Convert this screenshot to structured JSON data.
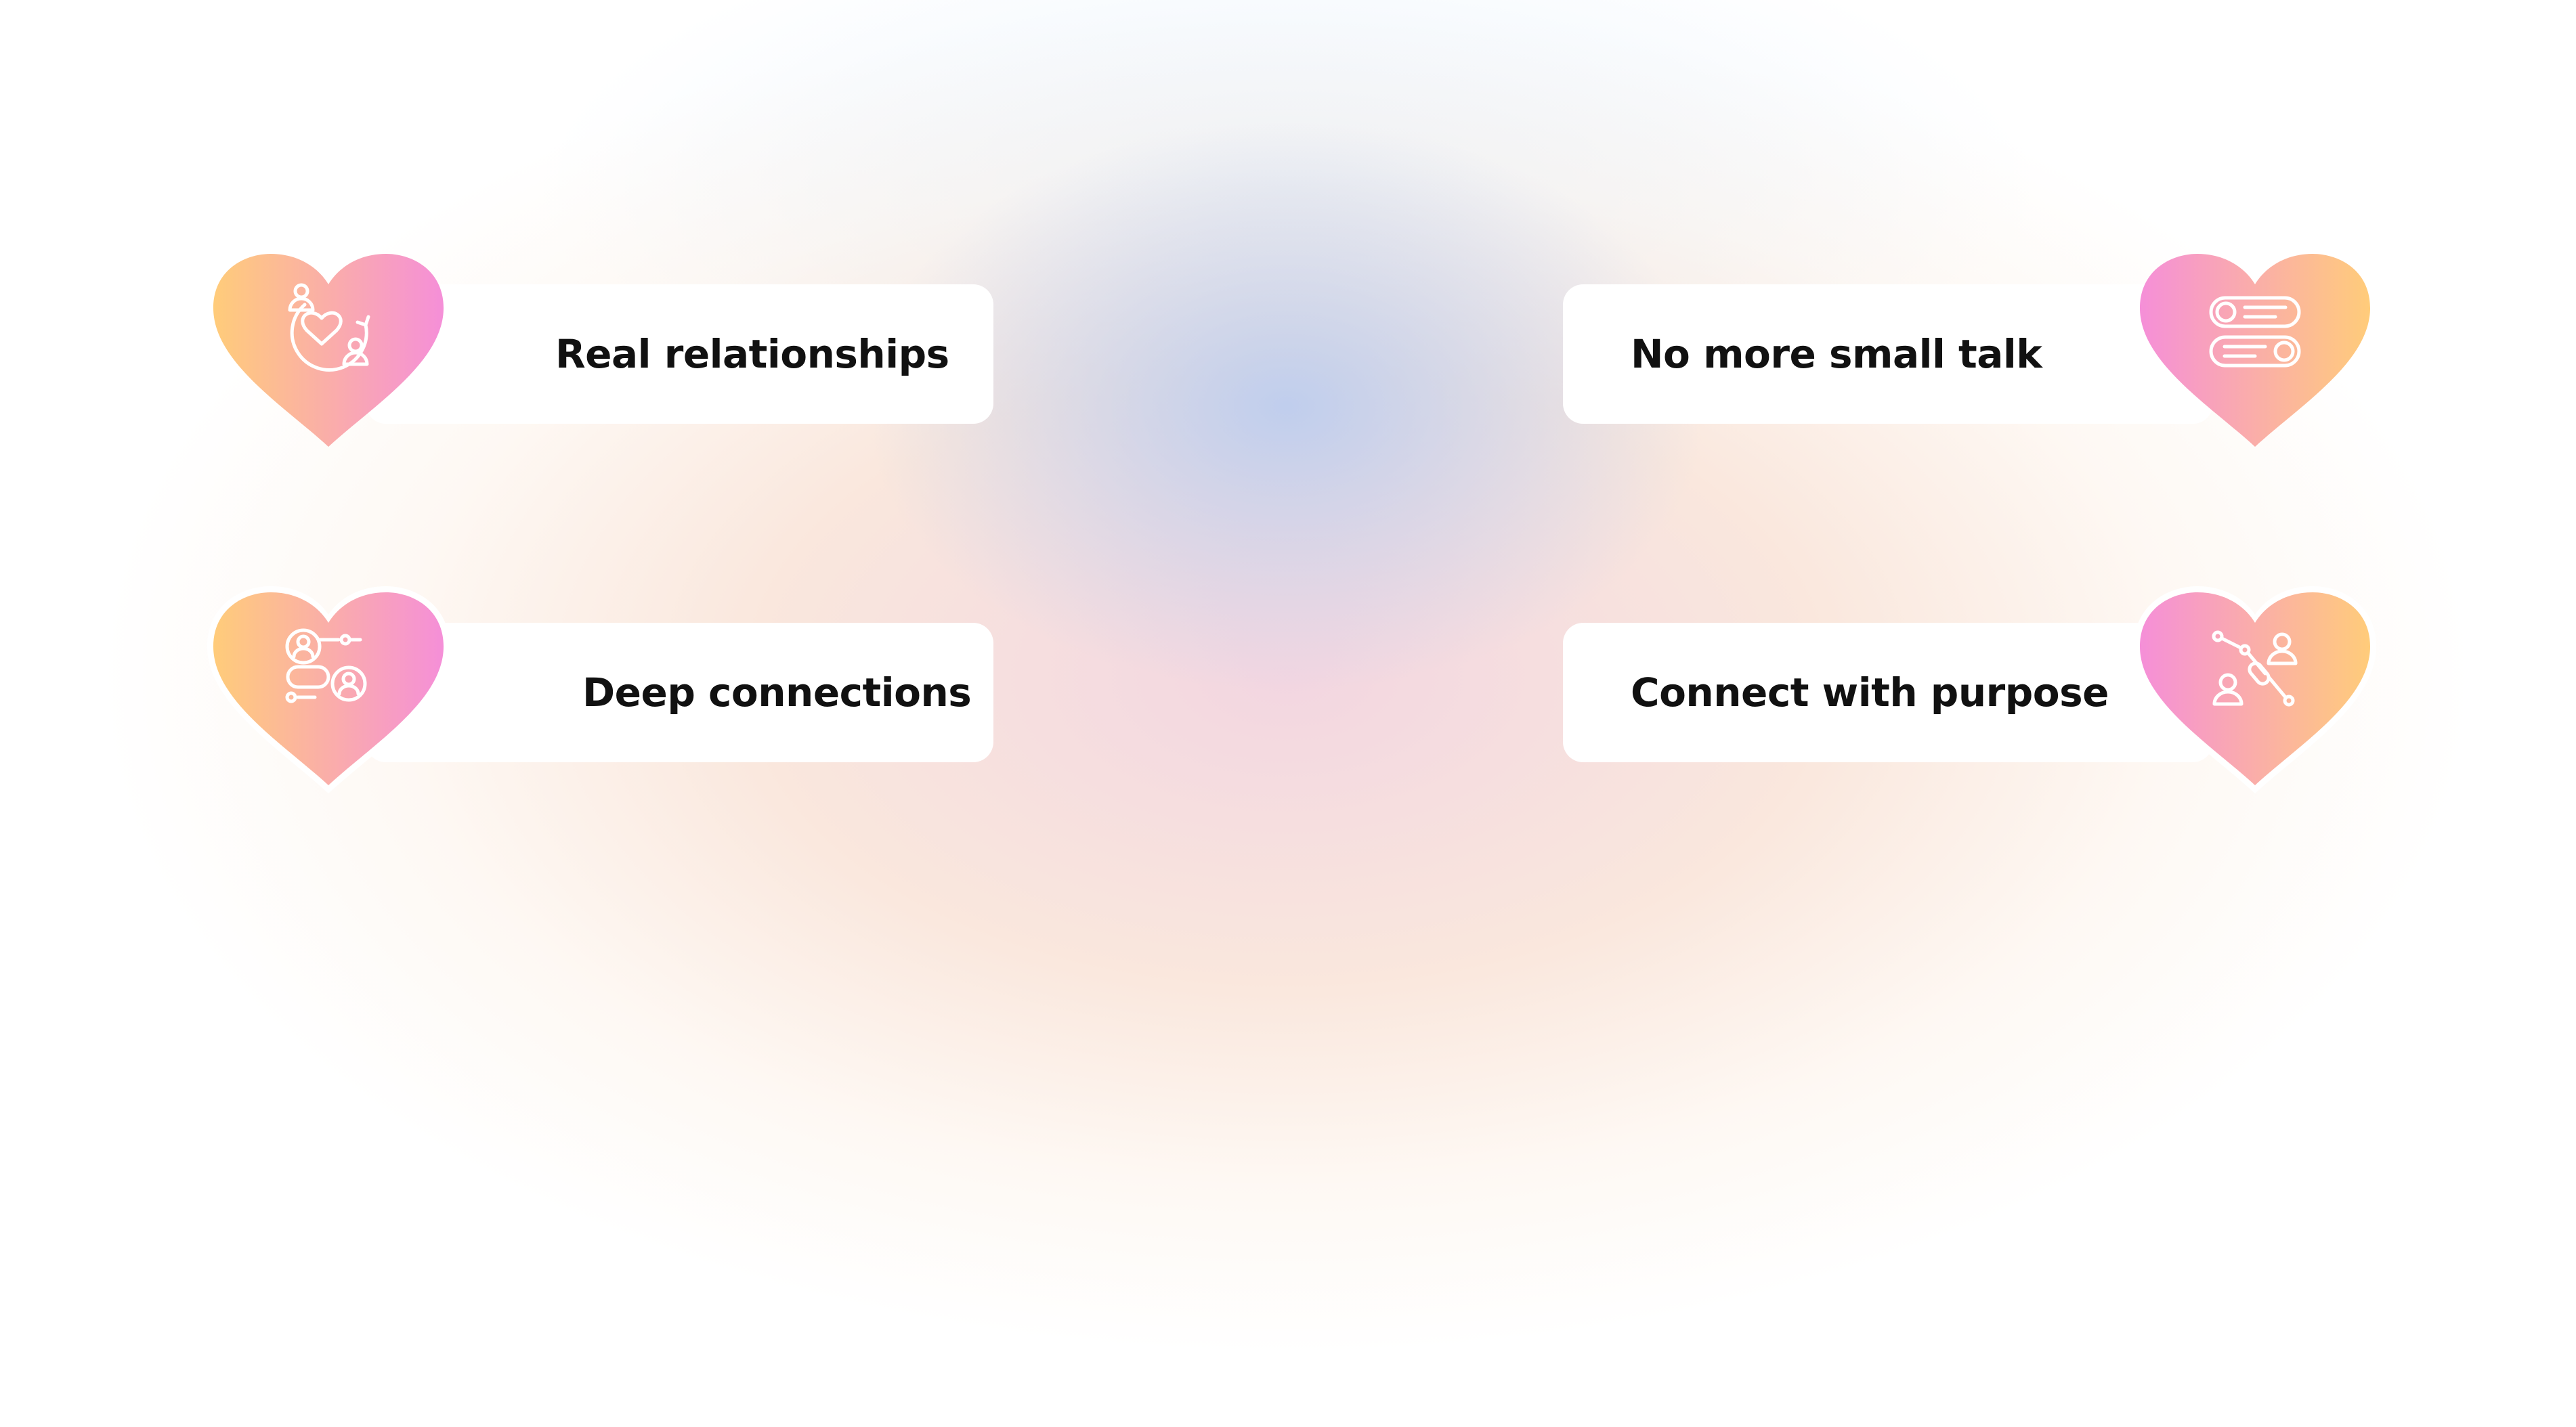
{
  "features": [
    {
      "label": "Real relationships",
      "icon": "heart-cycle-people-icon"
    },
    {
      "label": "No more small talk",
      "icon": "chat-bubbles-people-icon"
    },
    {
      "label": "Deep connections",
      "icon": "network-people-icon"
    },
    {
      "label": "Connect with purpose",
      "icon": "people-link-icon"
    }
  ],
  "colors": {
    "gradient_orange": "#ffcc7a",
    "gradient_pink": "#f58fd8",
    "card_background": "#ffffff",
    "text": "#111111"
  }
}
